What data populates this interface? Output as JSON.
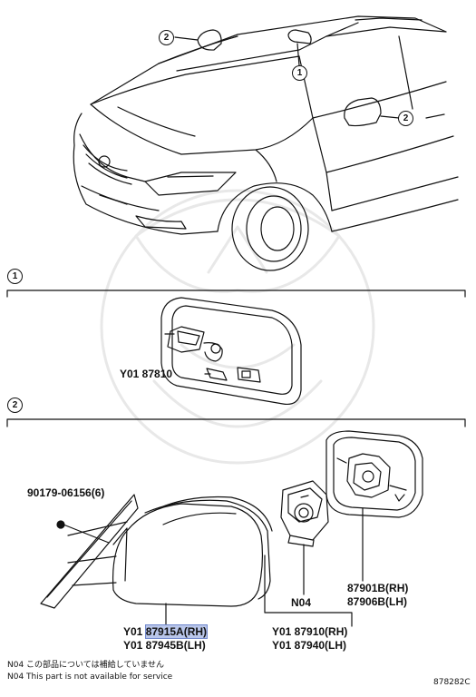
{
  "callouts": {
    "top_mirror": "2",
    "top_inner": "1",
    "top_right": "2",
    "section1": "1",
    "section2": "2"
  },
  "parts": {
    "inner_mirror": "Y01 87810",
    "bolt": "90179-06156(6)",
    "cover_rh_prefix": "Y01 ",
    "cover_rh_code": "87915A(RH)",
    "cover_lh": "Y01 87945B(LH)",
    "motor_note": "N04",
    "motor_rh": "Y01 87910(RH)",
    "motor_lh": "Y01 87940(LH)",
    "glass_rh": "87901B(RH)",
    "glass_lh": "87906B(LH)"
  },
  "notes": {
    "jp": "N04 この部品については補給していません",
    "en": "N04 This part is not available for service"
  },
  "figure_id": "878282C",
  "colors": {
    "highlight": "#b9c6ea",
    "ink": "#111111"
  }
}
